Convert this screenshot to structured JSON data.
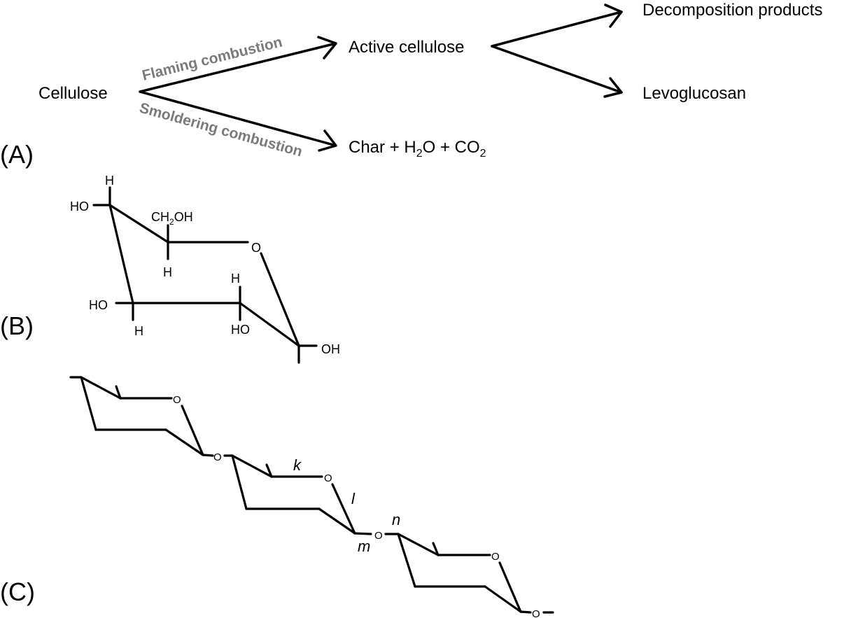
{
  "panel_a": {
    "panel_label": "(A)",
    "start": "Cellulose",
    "upper_path_label": "Flaming combustion",
    "lower_path_label": "Smoldering combustion",
    "intermediate": "Active cellulose",
    "char_products": {
      "part1": "Char + H",
      "sub1": "2",
      "part2": "O + CO",
      "sub2": "2"
    },
    "product_top": "Decomposition products",
    "product_bottom": "Levoglucosan"
  },
  "panel_b": {
    "panel_label": "(B)",
    "atoms": {
      "h_top": "H",
      "ho_top": "HO",
      "ch2oh_a": "CH",
      "ch2oh_sub": "2",
      "ch2oh_b": "OH",
      "h_mid": "H",
      "ring_o": "O",
      "h_right": "H",
      "ho_left": "HO",
      "h_left_bottom": "H",
      "ho_right": "HO",
      "oh_end": "OH"
    }
  },
  "panel_c": {
    "panel_label": "(C)",
    "ring1_o": "O",
    "link1_o": "O",
    "ring2_o": "O",
    "link2_o": "O",
    "ring3_o": "O",
    "end_o": "O",
    "label_k": "k",
    "label_l": "l",
    "label_m": "m",
    "label_n": "n"
  }
}
